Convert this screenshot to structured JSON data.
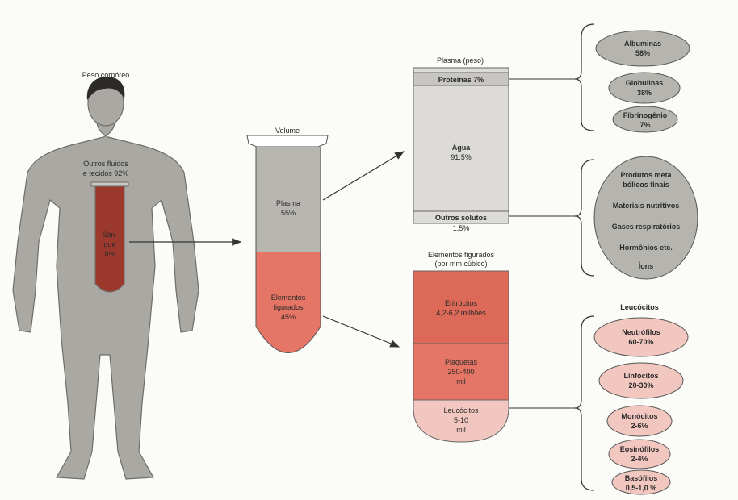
{
  "body": {
    "title": "Peso corpóreo",
    "other_fluids": [
      "Outros fluidos",
      "e tecidos 92%"
    ],
    "blood": [
      "San-",
      "gue",
      "8%"
    ]
  },
  "tube": {
    "title": "Volume",
    "plasma": [
      "Plasma",
      "55%"
    ],
    "formed": [
      "Elementos",
      "figurados",
      "45%"
    ]
  },
  "plasma_box": {
    "title": "Plasma (peso)",
    "proteins": "Proteínas 7%",
    "water": [
      "Água",
      "91,5%"
    ],
    "other_solutes": [
      "Outros solutos",
      "1,5%"
    ]
  },
  "proteins": [
    {
      "name": "Albuminas",
      "pct": "58%"
    },
    {
      "name": "Globulinas",
      "pct": "38%"
    },
    {
      "name": "Fibrinogênio",
      "pct": "7%"
    }
  ],
  "solutes": [
    "Produtos meta",
    "bólicos finais",
    "Materiais nutritivos",
    "Gases respiratórios",
    "Hormônios etc.",
    "Íons"
  ],
  "formed_box": {
    "title": [
      "Elementos figurados",
      "(por mm cúbico)"
    ],
    "erythrocytes": [
      "Eritrócitos",
      "4,2-6,2 milhões"
    ],
    "platelets": [
      "Plaquetas",
      "250-400",
      "mil"
    ],
    "leukocytes": [
      "Leucócitos",
      "5-10",
      "mil"
    ]
  },
  "leukocytes": {
    "title": "Leucócitos",
    "items": [
      {
        "name": "Neutrófilos",
        "pct": "60-70%"
      },
      {
        "name": "Linfócitos",
        "pct": "20-30%"
      },
      {
        "name": "Monócitos",
        "pct": "2-6%"
      },
      {
        "name": "Eosinófilos",
        "pct": "2-4%"
      },
      {
        "name": "Basófilos",
        "pct": "0,5-1,0 %"
      }
    ]
  },
  "colors": {
    "body": "#a9a8a3",
    "blood_dark": "#9b3a2c",
    "plasma_gray": "#b8b6b1",
    "formed_red": "#e57565",
    "box_light": "#dcdbd7",
    "erythro": "#dd6a58",
    "leuko_pink": "#f2c7c0",
    "oval_gray": "#b5b4ae"
  }
}
